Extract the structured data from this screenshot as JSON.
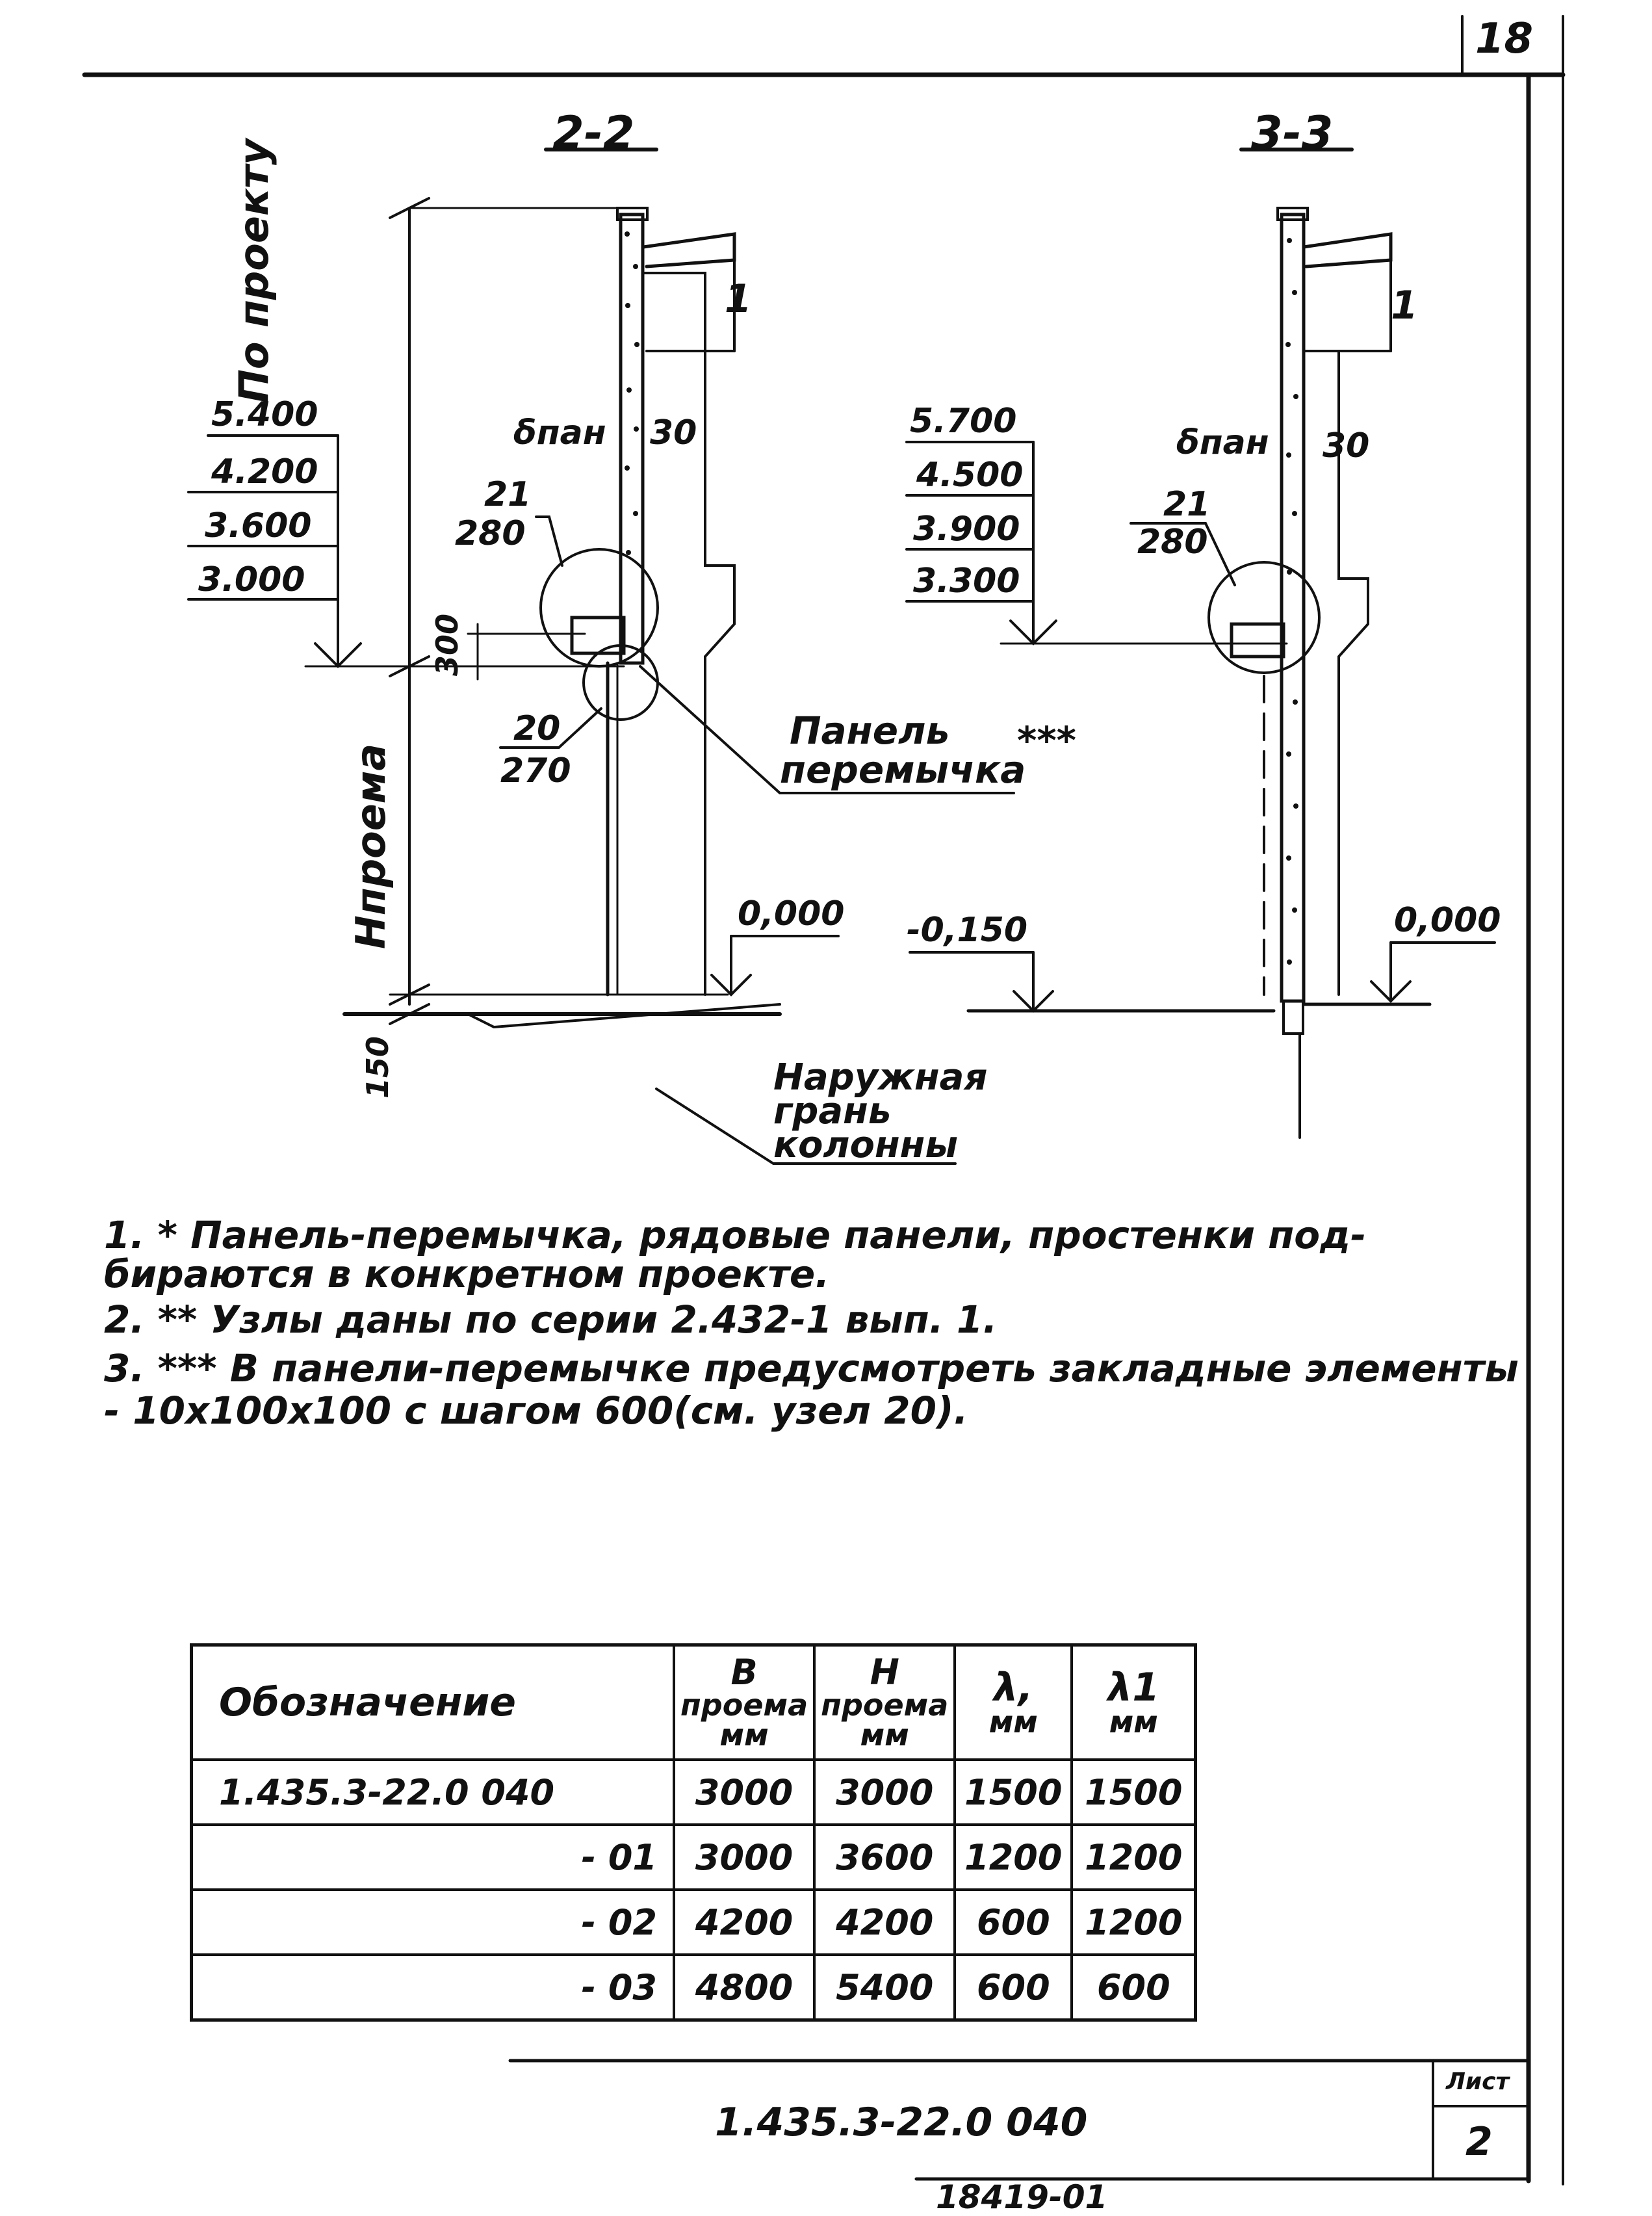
{
  "sheet_number": "18",
  "section_a": {
    "title": "2-2",
    "elevations": [
      "5.400",
      "4.200",
      "3.600",
      "3.000"
    ],
    "level_zero": "0,000",
    "dim_vertical_top": "По проекту",
    "dim_vertical_bottom": "Hпроема",
    "dim_300": "300",
    "dim_150": "150",
    "delta_label": "δпан",
    "dim_30": "30",
    "node_upper_num": "21",
    "node_upper_sheet": "280",
    "node_lower_num": "20",
    "node_lower_sheet": "270",
    "label_1": "1",
    "callout_panel_line1": "Панель",
    "callout_panel_line2": "перемычка",
    "callout_panel_marks": "***",
    "callout_facade_line1": "Наружная",
    "callout_facade_line2": "грань",
    "callout_facade_line3": "колонны"
  },
  "section_b": {
    "title": "3-3",
    "elevations": [
      "5.700",
      "4.500",
      "3.900",
      "3.300"
    ],
    "level_neg": "-0,150",
    "level_zero": "0,000",
    "delta_label": "δпан",
    "dim_30": "30",
    "node_num": "21",
    "node_sheet": "280",
    "label_1": "1"
  },
  "notes": [
    {
      "line1": "1.      * Панель-перемычка, рядовые панели, простенки  под-",
      "line2": "                бираются    в  конкретном  проекте."
    },
    {
      "line1": "2.  ** Узлы  даны   по  серии 2.432-1 вып. 1.",
      "line2": ""
    },
    {
      "line1": "3. *** В панели-перемычке  предусмотреть закладные элементы",
      "line2": "            - 10x100x100     с шагом 600(см.  узел 20)."
    }
  ],
  "table": {
    "headers": {
      "designation": "Обозначение",
      "b_line1": "B",
      "b_line2": "проема",
      "b_line3": "мм",
      "h_line1": "H",
      "h_line2": "проема",
      "h_line3": "мм",
      "l_line1": "λ,",
      "l_line2": "мм",
      "l1_line1": "λ1",
      "l1_line2": "мм"
    },
    "rows": [
      {
        "designation": "1.435.3-22.0  040",
        "b": "3000",
        "h": "3000",
        "l": "1500",
        "l1": "1500"
      },
      {
        "designation": "- 01",
        "b": "3000",
        "h": "3600",
        "l": "1200",
        "l1": "1200"
      },
      {
        "designation": "- 02",
        "b": "4200",
        "h": "4200",
        "l": "600",
        "l1": "1200"
      },
      {
        "designation": "- 03",
        "b": "4800",
        "h": "5400",
        "l": "600",
        "l1": "600"
      }
    ]
  },
  "title_block": {
    "code": "1.435.3-22.0  040",
    "sheet_label": "Лист",
    "sheet_value": "2"
  },
  "inventory_number": "18419-01"
}
